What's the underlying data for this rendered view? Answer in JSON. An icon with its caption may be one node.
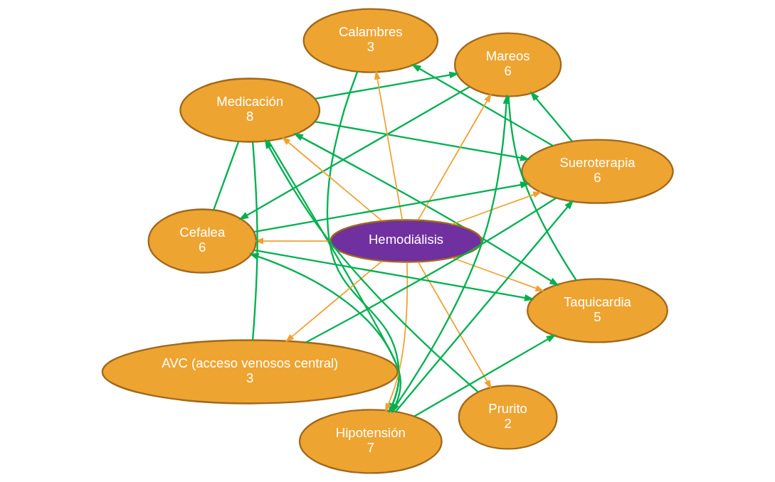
{
  "diagram": {
    "nodes": [
      {
        "text": [
          "Sueroterapia",
          "6"
        ]
      },
      {
        "text": [
          "Mareos",
          "6"
        ]
      },
      {
        "text": [
          "Calambres",
          "3"
        ]
      },
      {
        "text": [
          "Medicación",
          "8"
        ]
      },
      {
        "text": [
          "Hemodiálisis"
        ]
      },
      {
        "text": [
          "Cefalea",
          "6"
        ]
      },
      {
        "text": [
          "AVC (acceso venosos central)",
          "3"
        ]
      },
      {
        "text": [
          "Hipotensión",
          "7"
        ]
      },
      {
        "text": [
          "Prurito",
          "2"
        ]
      },
      {
        "text": [
          "Taquicardia",
          "5"
        ]
      }
    ],
    "edges": [
      {
        "from": 0,
        "to": 1,
        "arrow": "to"
      },
      {
        "from": 0,
        "to": 2,
        "arrow": "to"
      },
      {
        "from": 5,
        "to": 0,
        "arrow": "to"
      },
      {
        "from": 3,
        "to": 0,
        "arrow": "to"
      },
      {
        "from": 3,
        "to": 1,
        "arrow": "to"
      },
      {
        "from": 3,
        "to": 5,
        "arrow": "none"
      },
      {
        "from": 7,
        "to": 0,
        "arrow": "to"
      },
      {
        "from": 3,
        "to": 7,
        "arrow": "to"
      },
      {
        "from": 3,
        "to": 9,
        "arrow": "both"
      },
      {
        "from": 8,
        "to": 3,
        "arrow": "to"
      },
      {
        "from": 6,
        "to": 3,
        "arrow": "none"
      },
      {
        "from": 6,
        "to": 0,
        "arrow": "none"
      },
      {
        "from": 1,
        "to": 5,
        "arrow": "to"
      },
      {
        "from": 1,
        "to": 9,
        "arrow": "none"
      },
      {
        "from": 7,
        "to": 1,
        "arrow": "to"
      },
      {
        "from": 2,
        "to": 7,
        "arrow": "to"
      },
      {
        "from": 5,
        "to": 9,
        "arrow": "to"
      },
      {
        "from": 5,
        "to": 7,
        "arrow": "both"
      },
      {
        "from": 7,
        "to": 9,
        "arrow": "to"
      },
      {
        "from": 4,
        "to": 0,
        "arrow": "to",
        "color": "#f0a030"
      },
      {
        "from": 4,
        "to": 1,
        "arrow": "to",
        "color": "#f0a030"
      },
      {
        "from": 4,
        "to": 2,
        "arrow": "to",
        "color": "#f0a030"
      },
      {
        "from": 4,
        "to": 3,
        "arrow": "to",
        "color": "#f0a030"
      },
      {
        "from": 4,
        "to": 5,
        "arrow": "to",
        "color": "#f0a030"
      },
      {
        "from": 4,
        "to": 6,
        "arrow": "to",
        "color": "#f0a030"
      },
      {
        "from": 4,
        "to": 8,
        "arrow": "to",
        "color": "#f0a030"
      },
      {
        "from": 4,
        "to": 9,
        "arrow": "to",
        "color": "#f0a030"
      },
      {
        "from": 4,
        "to": 7,
        "arrow": "to",
        "color": "#f0a030"
      }
    ]
  }
}
